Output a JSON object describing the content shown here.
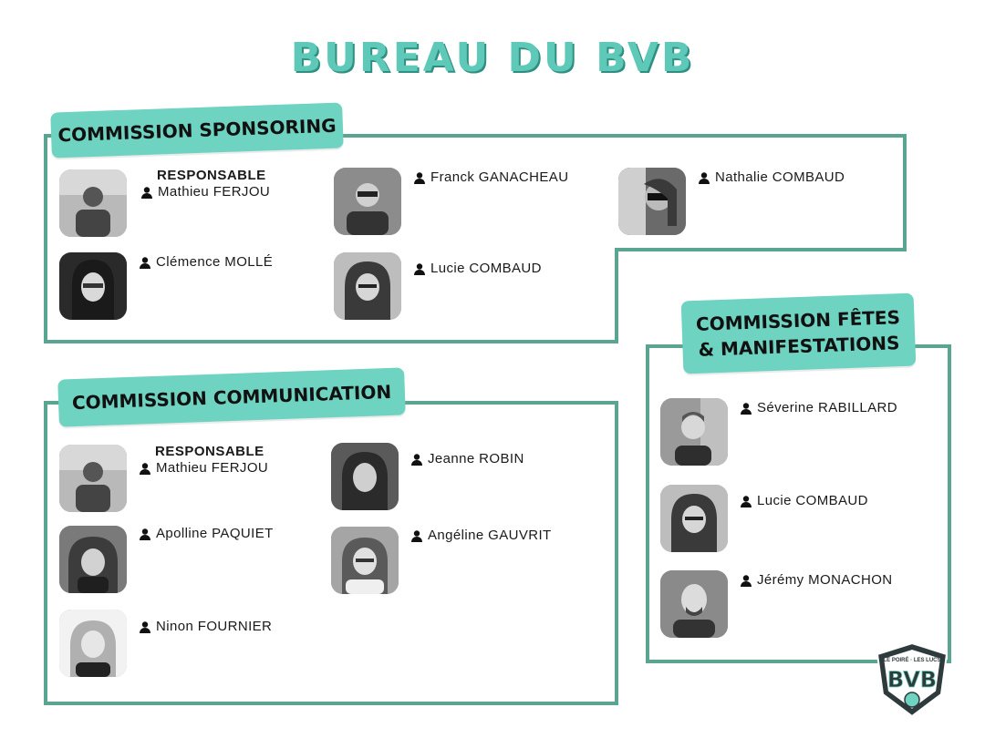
{
  "title": "BUREAU DU BVB",
  "commissions": [
    {
      "name": "COMMISSION SPONSORING",
      "members": [
        {
          "role": "RESPONSABLE",
          "name": "Mathieu FERJOU"
        },
        {
          "name": "Franck GANACHEAU"
        },
        {
          "name": "Nathalie COMBAUD"
        },
        {
          "name": "Clémence MOLLÉ"
        },
        {
          "name": "Lucie COMBAUD"
        }
      ]
    },
    {
      "name": "COMMISSION COMMUNICATION",
      "members": [
        {
          "role": "RESPONSABLE",
          "name": "Mathieu FERJOU"
        },
        {
          "name": "Jeanne ROBIN"
        },
        {
          "name": "Apolline PAQUIET"
        },
        {
          "name": "Angéline GAUVRIT"
        },
        {
          "name": "Ninon FOURNIER"
        }
      ]
    },
    {
      "name": "COMMISSION FÊTES\n& MANIFESTATIONS",
      "members": [
        {
          "name": "Séverine RABILLARD"
        },
        {
          "name": "Lucie COMBAUD"
        },
        {
          "name": "Jérémy MONACHON"
        }
      ]
    }
  ],
  "logo": {
    "top_text": "LE POIRÉ · LES LUCS",
    "main_text": "BVB"
  },
  "colors": {
    "accent": "#6fd3c1",
    "border": "#5aa592",
    "title": "#5ec9b8"
  }
}
